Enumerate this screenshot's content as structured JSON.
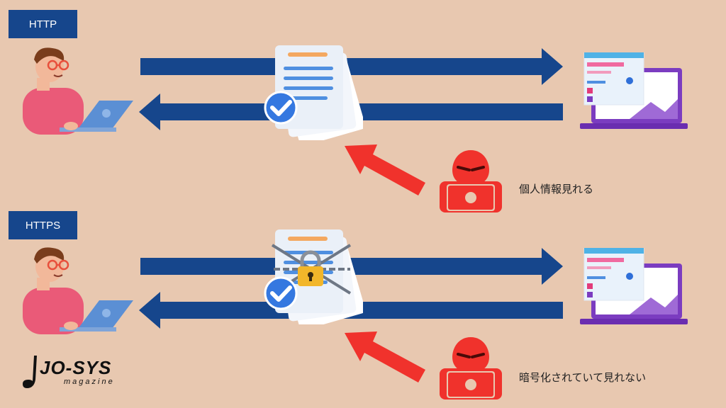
{
  "http": {
    "label": "HTTP",
    "caption": "個人情報見れる"
  },
  "https": {
    "label": "HTTPS",
    "caption": "暗号化されていて見れない"
  },
  "logo": {
    "name": "JO-SYS",
    "subtitle": "magazine"
  },
  "colors": {
    "background": "#e8c8b0",
    "arrow": "#16468c",
    "attack": "#f0322c",
    "label_bg": "#16468c"
  },
  "icons": [
    "user-laptop-icon",
    "document-stack-icon",
    "checkmark-icon",
    "padlock-icon",
    "chain-icon",
    "server-laptop-icon",
    "hacker-icon",
    "attack-arrow-icon"
  ]
}
